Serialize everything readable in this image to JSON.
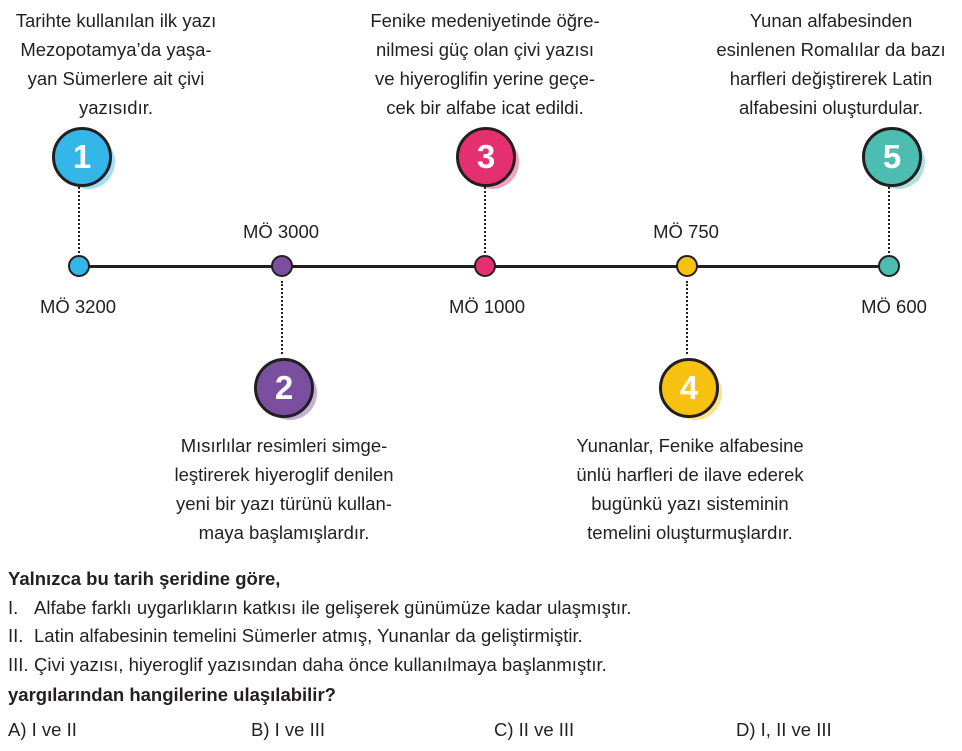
{
  "events": [
    {
      "number": "1",
      "date": "MÖ 3200",
      "text": "Tarihte kullanılan ilk yazı\nMezopotamya’da yaşa-\nyan Sümerlere ait çivi\nyazısıdır.",
      "color": "#35b6e9"
    },
    {
      "number": "2",
      "date": "MÖ 3000",
      "text": "Mısırlılar resimleri simge-\nleştirerek hiyeroglif denilen\nyeni bir yazı türünü kullan-\nmaya başlamışlardır.",
      "color": "#7b4fa0"
    },
    {
      "number": "3",
      "date": "MÖ 1000",
      "text": "Fenike medeniyetinde öğre-\nnilmesi güç olan çivi yazısı\nve hiyeroglifin yerine geçe-\ncek bir alfabe icat edildi.",
      "color": "#e5306f"
    },
    {
      "number": "4",
      "date": "MÖ 750",
      "text": "Yunanlar, Fenike alfabesine\nünlü harfleri de ilave ederek\nbugünkü yazı sisteminin\ntemelini oluşturmuşlardır.",
      "color": "#f6c20f"
    },
    {
      "number": "5",
      "date": "MÖ 600",
      "text": "Yunan alfabesinden\nesinlenen Romalılar da bazı\nharfleri değiştirerek Latin\nalfabesini oluşturdular.",
      "color": "#4cbdb0"
    }
  ],
  "question": {
    "intro": "Yalnızca bu tarih şeridine göre,",
    "statements": [
      {
        "roman": "I.",
        "text": "Alfabe farklı uygarlıkların katkısı ile gelişerek günümüze kadar ulaşmıştır."
      },
      {
        "roman": "II.",
        "text": "Latin alfabesinin temelini Sümerler atmış, Yunanlar da geliştirmiştir."
      },
      {
        "roman": "III.",
        "text": "Çivi yazısı, hiyeroglif yazısından daha önce kullanılmaya başlanmıştır."
      }
    ],
    "prompt": "yargılarından hangilerine ulaşılabilir?",
    "options": [
      {
        "letter": "A)",
        "text": "I ve II"
      },
      {
        "letter": "B)",
        "text": "I ve III"
      },
      {
        "letter": "C)",
        "text": "II ve III"
      },
      {
        "letter": "D)",
        "text": "I, II ve III"
      }
    ]
  }
}
